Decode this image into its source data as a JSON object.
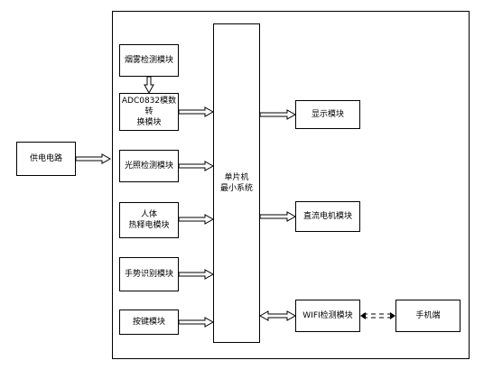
{
  "blocks": {
    "power": "供电电路",
    "smoke": "烟雾检测模块",
    "adc": "ADC0832模数转\n换模块",
    "light": "光照检测模块",
    "human": "人体\n热释电模块",
    "gesture": "手势识别模块",
    "keys": "按键模块",
    "mcu": "单片机\n最小系统",
    "display": "显示模块",
    "motor": "直流电机模块",
    "wifi": "WIFI检测模块",
    "phone": "手机端"
  }
}
